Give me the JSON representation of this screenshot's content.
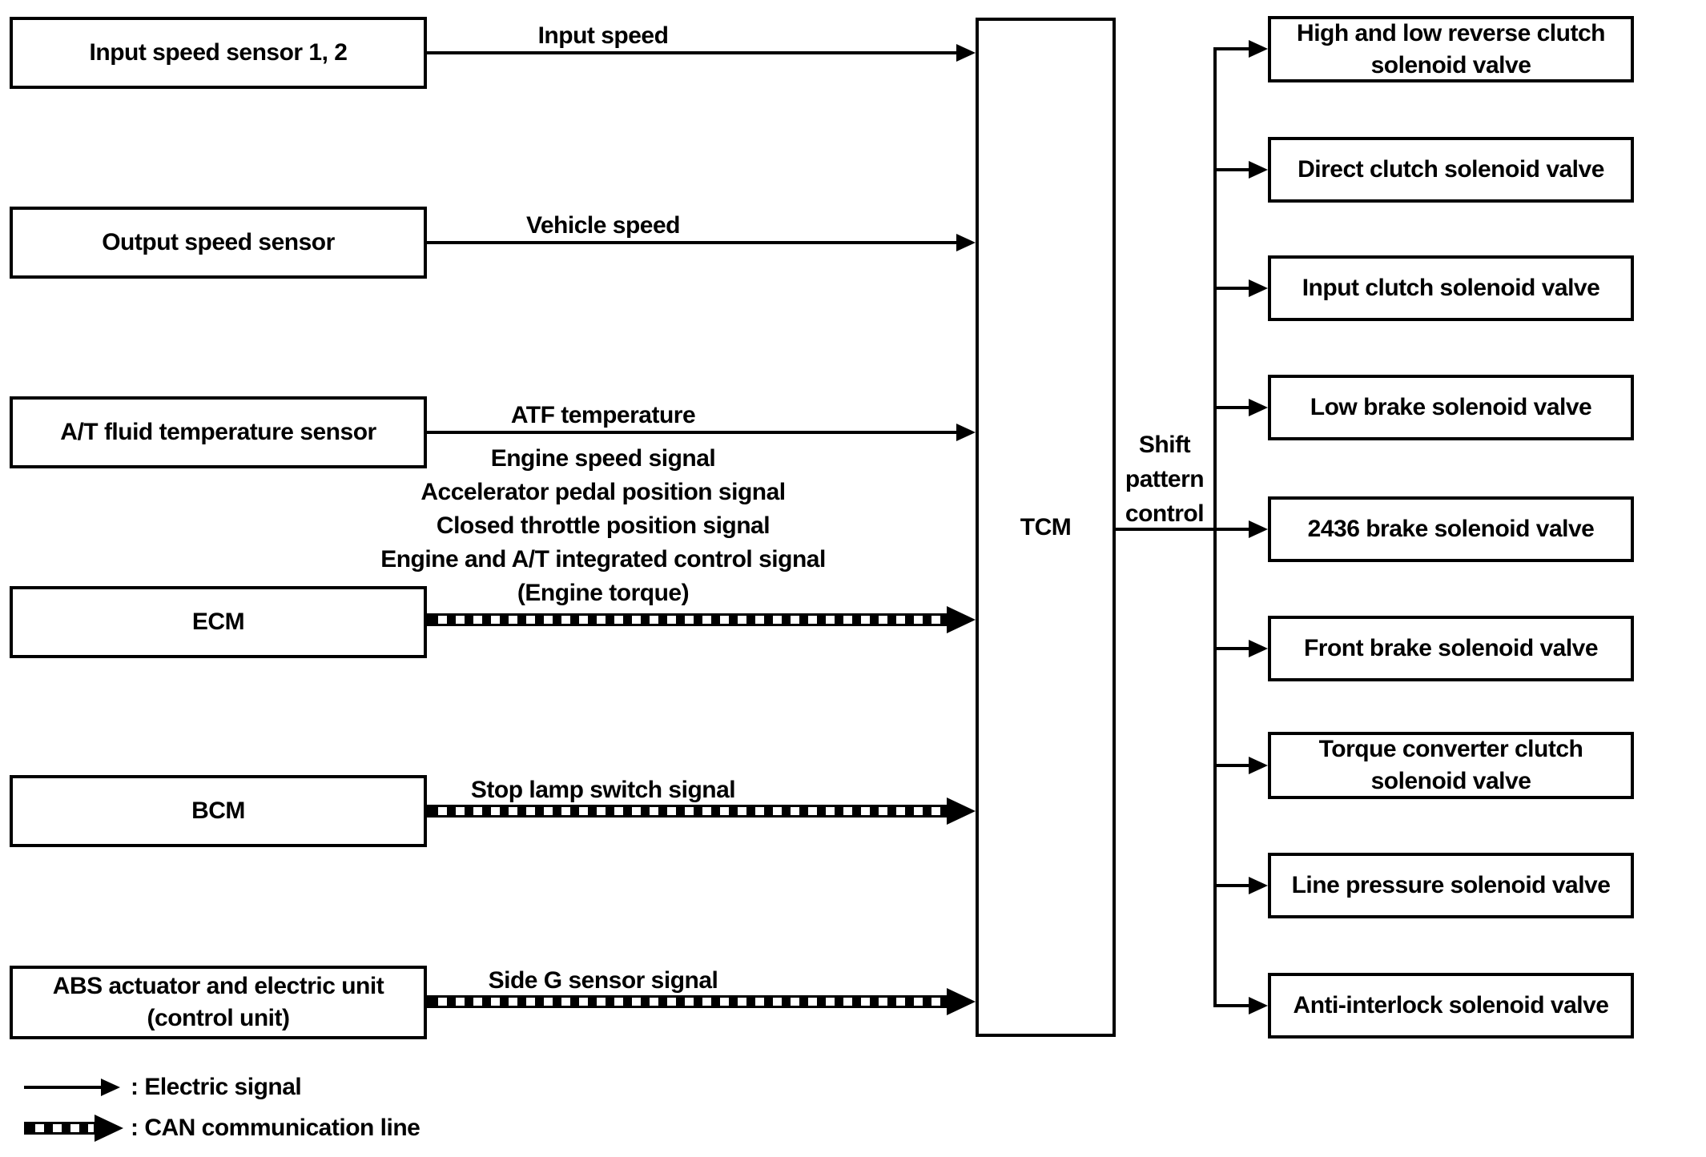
{
  "diagram": {
    "left_boxes": [
      {
        "label": "Input speed sensor 1, 2"
      },
      {
        "label": "Output speed sensor"
      },
      {
        "label": "A/T fluid temperature sensor"
      },
      {
        "label": "ECM"
      },
      {
        "label": "BCM"
      },
      {
        "label": "ABS actuator and electric unit (control unit)"
      }
    ],
    "tcm_label": "TCM",
    "shift_pattern_label": "Shift pattern control",
    "signals": {
      "input_speed": "Input speed",
      "vehicle_speed": "Vehicle speed",
      "atf_temperature": "ATF temperature",
      "ecm_lines": [
        "Engine speed signal",
        "Accelerator pedal position signal",
        "Closed throttle position signal",
        "Engine and A/T integrated control signal",
        "(Engine torque)"
      ],
      "bcm": "Stop lamp switch signal",
      "abs": "Side G sensor signal"
    },
    "right_boxes": [
      {
        "label": "High and low reverse clutch solenoid valve"
      },
      {
        "label": "Direct clutch solenoid valve"
      },
      {
        "label": "Input clutch solenoid valve"
      },
      {
        "label": "Low brake solenoid valve"
      },
      {
        "label": "2436 brake solenoid valve"
      },
      {
        "label": "Front brake solenoid valve"
      },
      {
        "label": "Torque converter clutch solenoid valve"
      },
      {
        "label": "Line pressure solenoid valve"
      },
      {
        "label": "Anti-interlock solenoid valve"
      }
    ],
    "legend": {
      "electric": ": Electric signal",
      "can": ": CAN communication line"
    },
    "colors": {
      "line": "#000000",
      "background": "#ffffff"
    }
  }
}
